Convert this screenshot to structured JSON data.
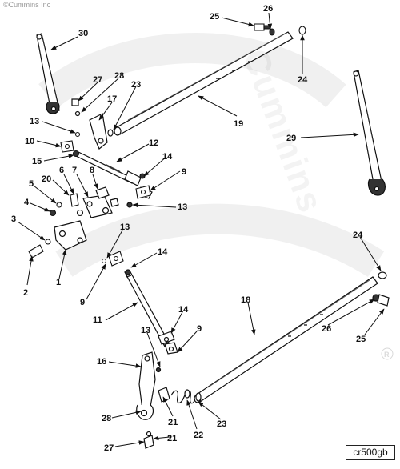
{
  "copyright": "©Cummins Inc",
  "figure_code": "cr500gb",
  "callouts": [
    "1",
    "2",
    "3",
    "4",
    "5",
    "6",
    "7",
    "8",
    "9",
    "9",
    "9",
    "10",
    "11",
    "12",
    "13",
    "13",
    "13",
    "13",
    "14",
    "14",
    "14",
    "15",
    "16",
    "17",
    "18",
    "19",
    "20",
    "21",
    "21",
    "22",
    "23",
    "23",
    "24",
    "24",
    "25",
    "25",
    "26",
    "26",
    "27",
    "27",
    "28",
    "28",
    "29",
    "30"
  ],
  "watermark": {
    "text": "Cummins",
    "color": "#000000"
  }
}
